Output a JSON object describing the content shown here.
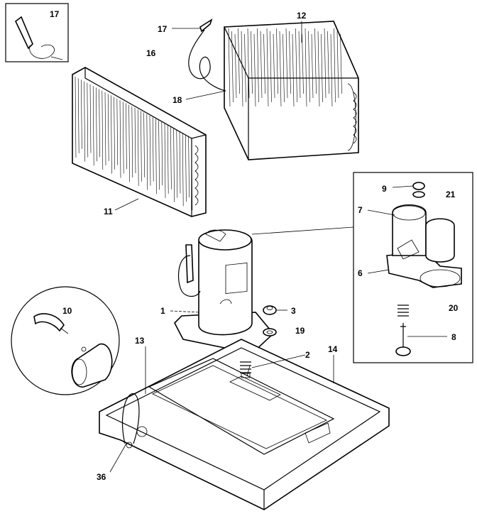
{
  "labels": {
    "l1": "1",
    "l2": "2",
    "l3": "3",
    "l6": "6",
    "l7": "7",
    "l8": "8",
    "l9": "9",
    "l10": "10",
    "l11": "11",
    "l12": "12",
    "l13": "13",
    "l14": "14",
    "l16": "16",
    "l17_inset": "17",
    "l17": "17",
    "l18": "18",
    "l19": "19",
    "l20": "20",
    "l21": "21",
    "l36": "36"
  }
}
